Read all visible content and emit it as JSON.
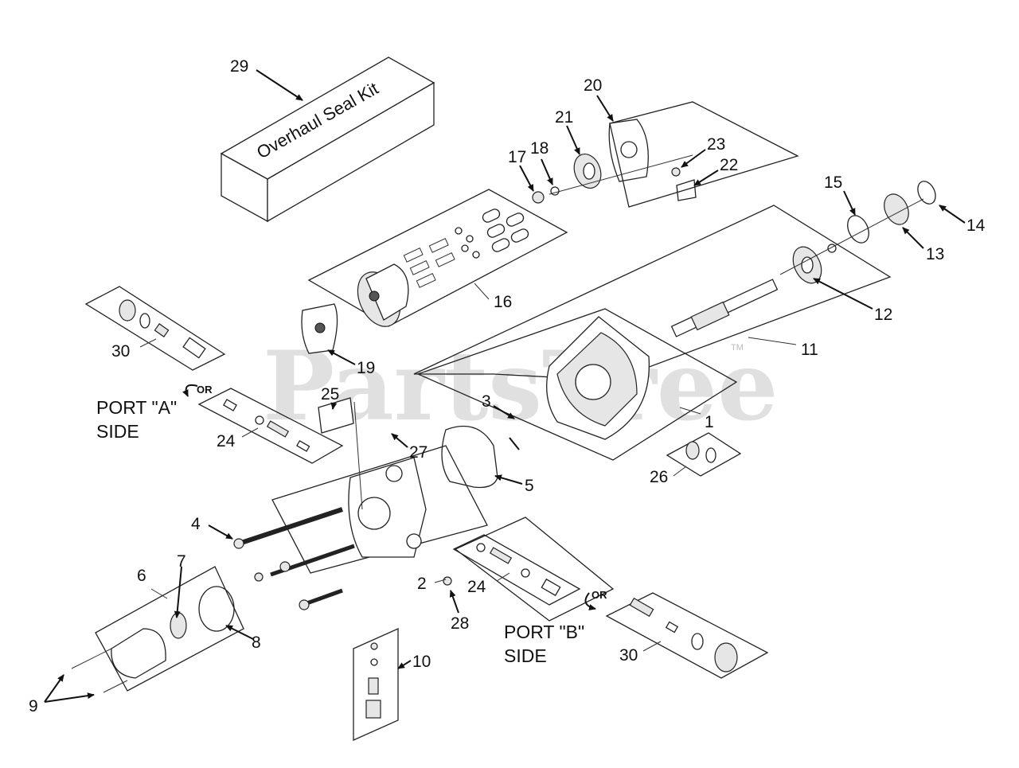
{
  "diagram": {
    "kit_text": "Overhaul Seal Kit",
    "watermark": "PartsTree",
    "trademark": "TM",
    "rotation_or": "OR",
    "port_a": {
      "line1": "PORT \"A\"",
      "line2": "SIDE"
    },
    "port_b": {
      "line1": "PORT \"B\"",
      "line2": "SIDE"
    },
    "callouts": {
      "c1": "1",
      "c2": "2",
      "c3": "3",
      "c4": "4",
      "c5": "5",
      "c6": "6",
      "c7": "7",
      "c8": "8",
      "c9": "9",
      "c10": "10",
      "c11": "11",
      "c12": "12",
      "c13": "13",
      "c14": "14",
      "c15": "15",
      "c16": "16",
      "c17": "17",
      "c18": "18",
      "c19": "19",
      "c20": "20",
      "c21": "21",
      "c22": "22",
      "c23": "23",
      "c24a": "24",
      "c24b": "24",
      "c25": "25",
      "c26": "26",
      "c27": "27",
      "c28": "28",
      "c29": "29",
      "c30a": "30",
      "c30b": "30"
    }
  }
}
